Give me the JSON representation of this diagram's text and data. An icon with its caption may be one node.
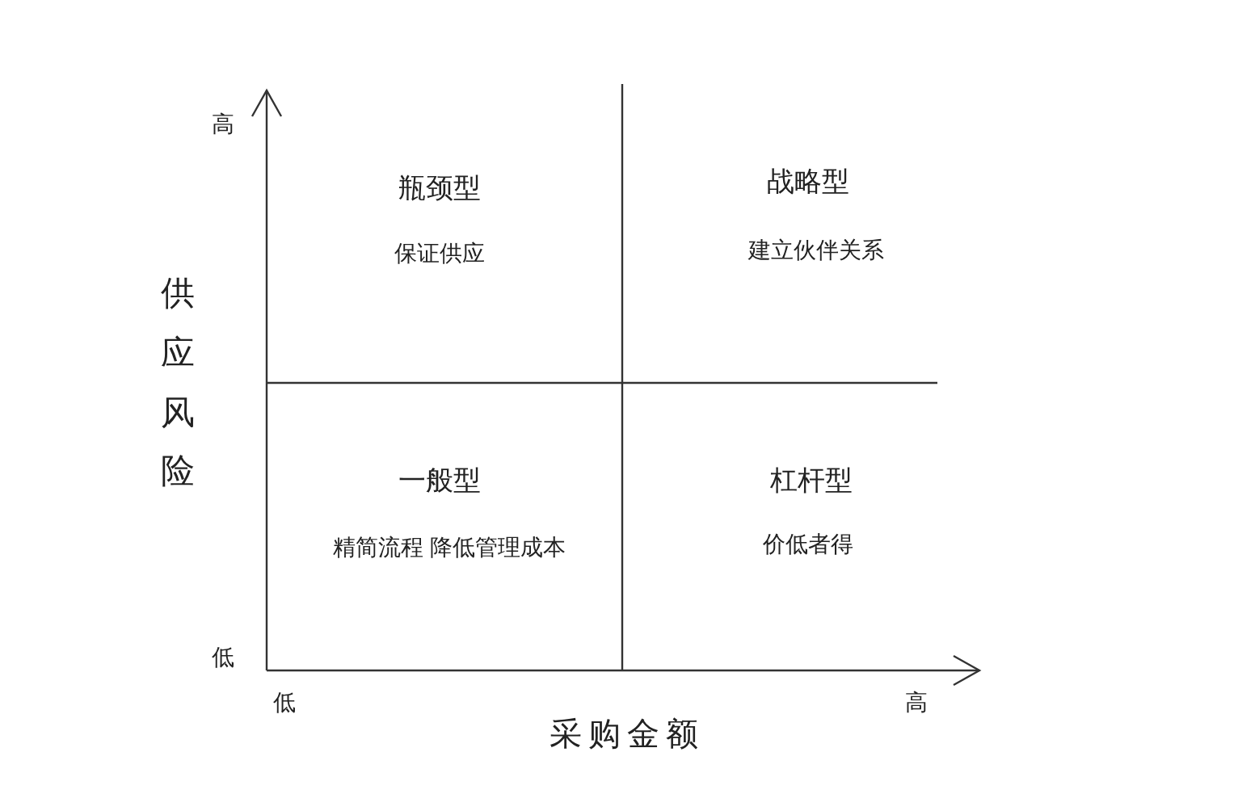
{
  "diagram": {
    "labels": [
      "高",
      "瓶颈型",
      "战略型",
      "保证供应",
      "建立伙伴关系",
      "供应风险",
      "一般型",
      "杠杆型",
      "精简流程 降低管理成本",
      "价低者得",
      "低",
      "低",
      "高",
      "采购金额"
    ]
  }
}
